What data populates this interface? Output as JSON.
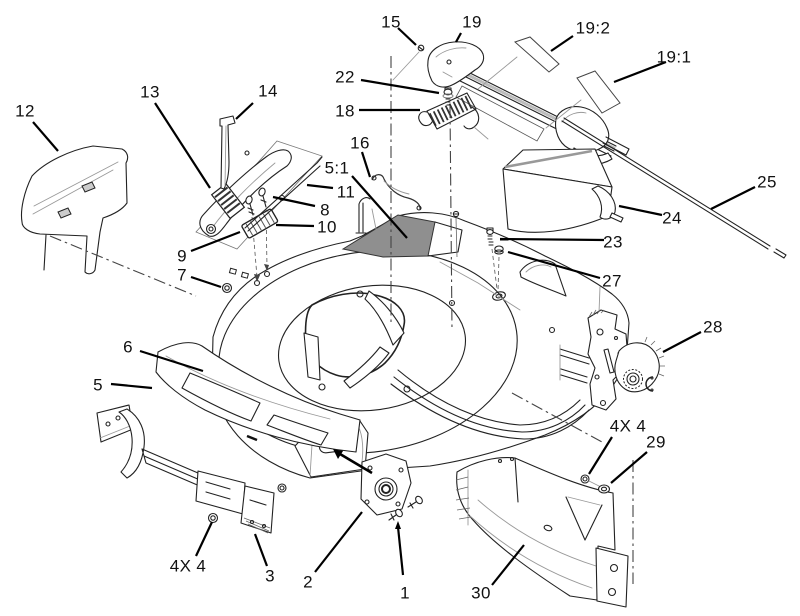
{
  "colors": {
    "background": "#ffffff",
    "line": "#222222",
    "leader": "#000000",
    "light_line": "#999999",
    "shade_fill": "#8f8f8f",
    "label_text": "#111111"
  },
  "callouts": {
    "1": "1",
    "2": "2",
    "3": "3",
    "4x4_left": "4X 4",
    "5": "5",
    "5_1": "5:1",
    "6": "6",
    "7": "7",
    "8": "8",
    "9": "9",
    "10": "10",
    "11": "11",
    "12": "12",
    "13": "13",
    "14": "14",
    "15": "15",
    "16": "16",
    "18": "18",
    "19": "19",
    "19_1": "19:1",
    "19_2": "19:2",
    "22": "22",
    "23": "23",
    "24": "24",
    "25": "25",
    "27": "27",
    "28": "28",
    "29": "29",
    "4x4_right": "4X 4",
    "30": "30"
  }
}
